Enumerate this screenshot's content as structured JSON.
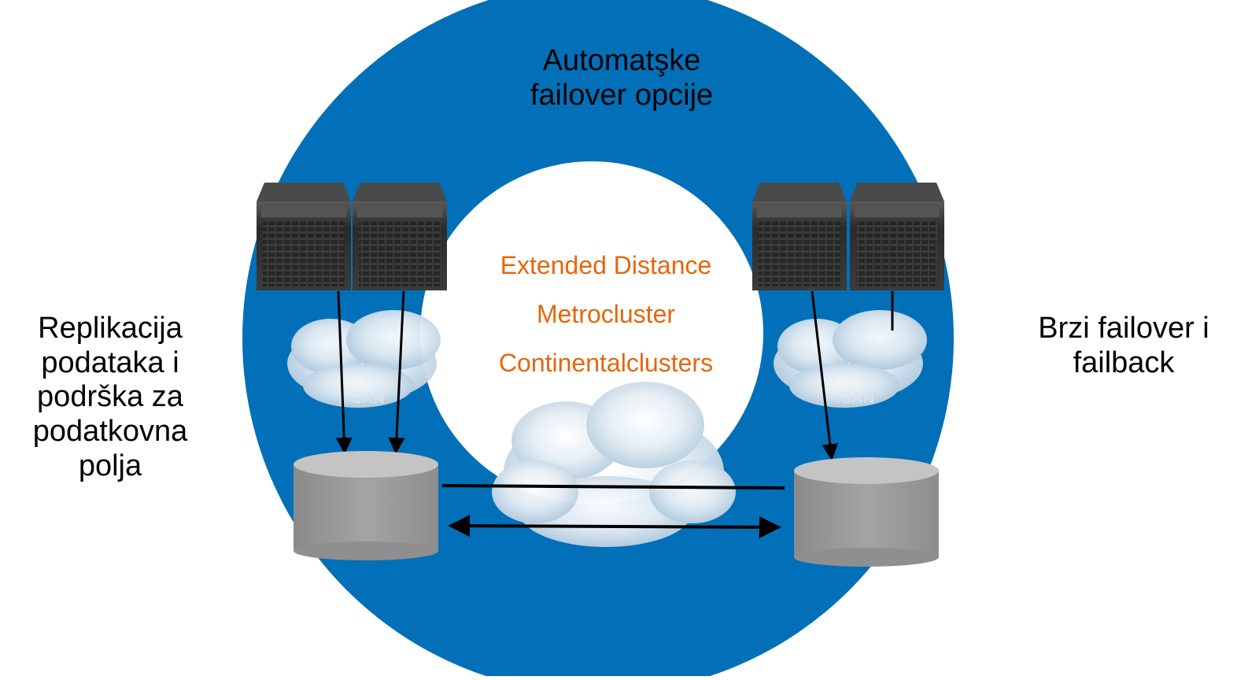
{
  "diagram": {
    "top_label": "Automatşke\nfailover opcije",
    "left_label": "Replikacija\npodataka i\npodrška za\npodatkovna\npolja",
    "right_label": "Brzi failover i\nfailback",
    "center_lines": [
      "Extended Distance",
      "Metrocluster",
      "Continentalclusters"
    ],
    "san_label": "SAN",
    "colors": {
      "ring": "#0270b8",
      "center_text": "#e8650a",
      "disk": "#9a9a9a",
      "server": "#2e2e2e"
    }
  }
}
